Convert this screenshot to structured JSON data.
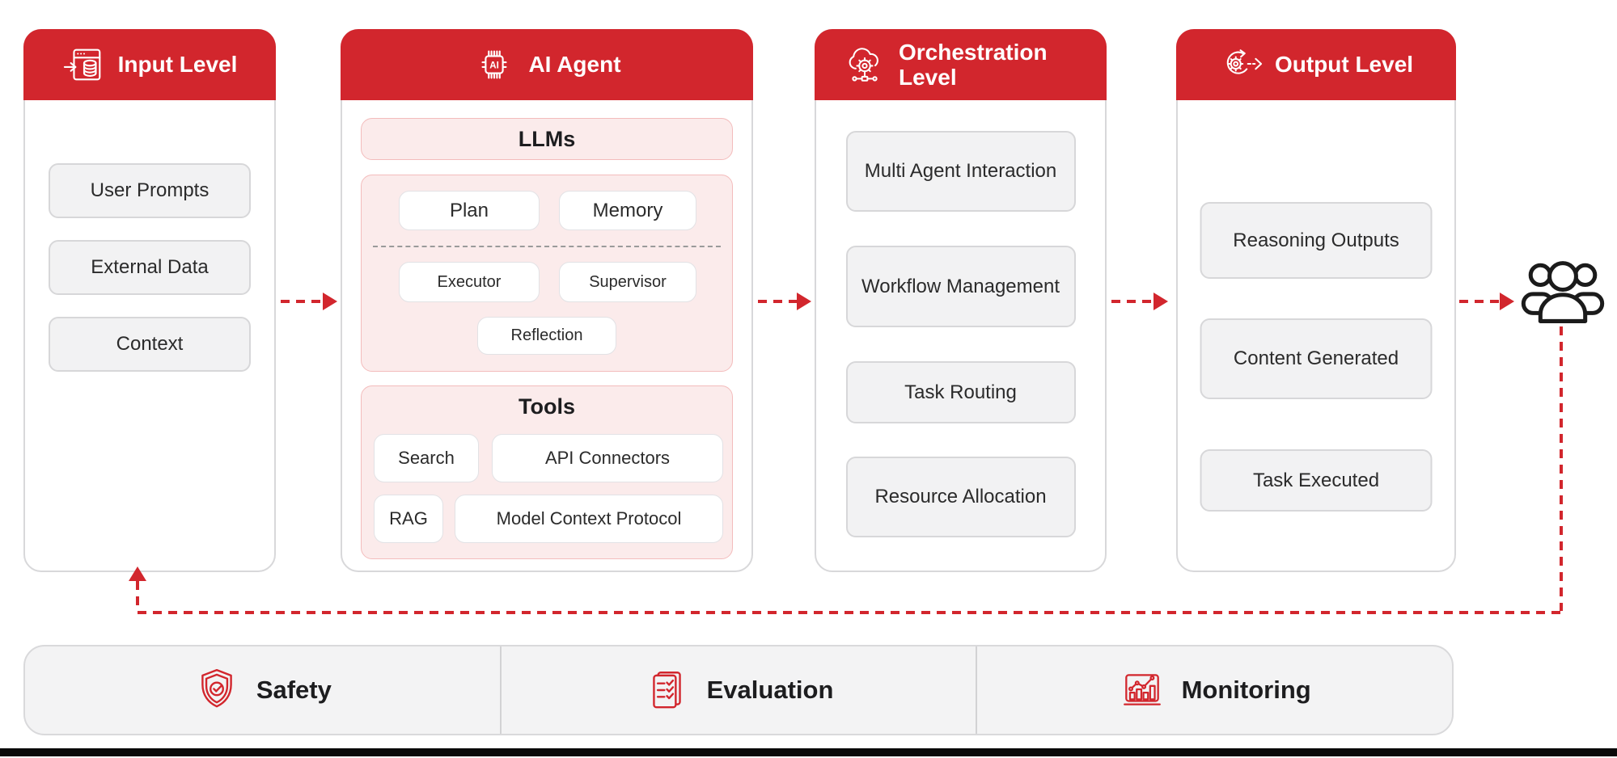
{
  "colors": {
    "accent_red": "#d2262d",
    "pink_panel_bg": "#fbebeb",
    "pink_panel_border": "#f3bcbc",
    "gray_box_bg": "#f2f2f3",
    "gray_box_border": "#d7d7d9",
    "column_border": "#d8d8da",
    "footer_bg": "#f3f3f4",
    "body_text": "#2b2b2b"
  },
  "columns": [
    {
      "title": "Input Level",
      "icon": "browser-data-input-icon",
      "items": [
        "User Prompts",
        "External Data",
        "Context"
      ]
    },
    {
      "title": "AI Agent",
      "icon": "ai-chip-icon",
      "chip_label": "AI",
      "llms_title": "LLMs",
      "core": {
        "row1": [
          "Plan",
          "Memory"
        ],
        "row2": [
          "Executor",
          "Supervisor"
        ],
        "row3": [
          "Reflection"
        ]
      },
      "tools_title": "Tools",
      "tools_row1": [
        "Search",
        "API Connectors"
      ],
      "tools_row2": [
        "RAG",
        "Model Context Protocol"
      ]
    },
    {
      "title": "Orchestration Level",
      "icon": "cloud-gear-network-icon",
      "items": [
        "Multi Agent Interaction",
        "Workflow Management",
        "Task Routing",
        "Resource Allocation"
      ]
    },
    {
      "title": "Output Level",
      "icon": "gear-cycle-output-icon",
      "items": [
        "Reasoning Outputs",
        "Content Generated",
        "Task Executed"
      ]
    }
  ],
  "flow": {
    "terminal_icon": "users-group-icon",
    "arrow_style": "red-dashed"
  },
  "footer": {
    "sections": [
      {
        "label": "Safety",
        "icon": "shield-check-icon"
      },
      {
        "label": "Evaluation",
        "icon": "checklist-icon"
      },
      {
        "label": "Monitoring",
        "icon": "bar-line-chart-icon"
      }
    ]
  }
}
